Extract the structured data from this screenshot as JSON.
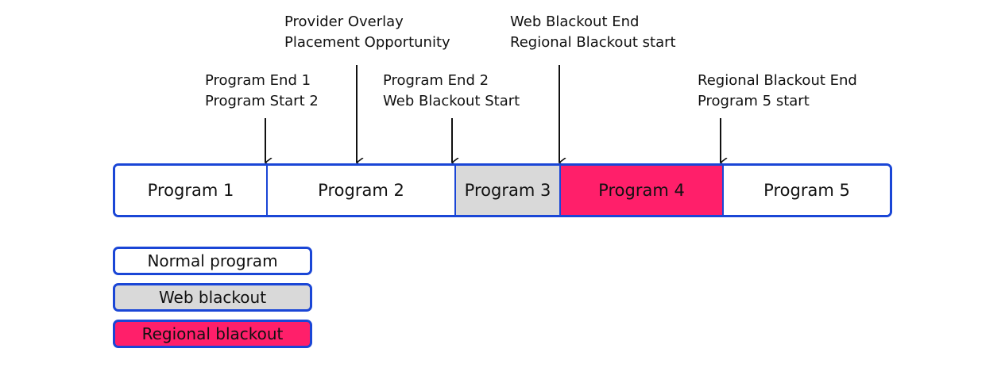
{
  "colors": {
    "border": "#1a46d6",
    "normal": "#ffffff",
    "web_blackout": "#d9d9d9",
    "regional_blackout": "#ff1f6a"
  },
  "annotations": [
    {
      "line1": "Program End 1",
      "line2": "Program Start 2"
    },
    {
      "line1": "Provider Overlay",
      "line2": "Placement Opportunity"
    },
    {
      "line1": "Program End 2",
      "line2": "Web Blackout Start"
    },
    {
      "line1": "Web Blackout End",
      "line2": "Regional Blackout start"
    },
    {
      "line1": "Regional Blackout End",
      "line2": "Program 5 start"
    }
  ],
  "programs": [
    {
      "label": "Program 1",
      "type": "normal"
    },
    {
      "label": "Program 2",
      "type": "normal"
    },
    {
      "label": "Program 3",
      "type": "web_blackout"
    },
    {
      "label": "Program 4",
      "type": "regional_blackout"
    },
    {
      "label": "Program 5",
      "type": "normal"
    }
  ],
  "legend": {
    "normal": "Normal program",
    "web_blackout": "Web blackout",
    "regional_blackout": "Regional blackout"
  }
}
